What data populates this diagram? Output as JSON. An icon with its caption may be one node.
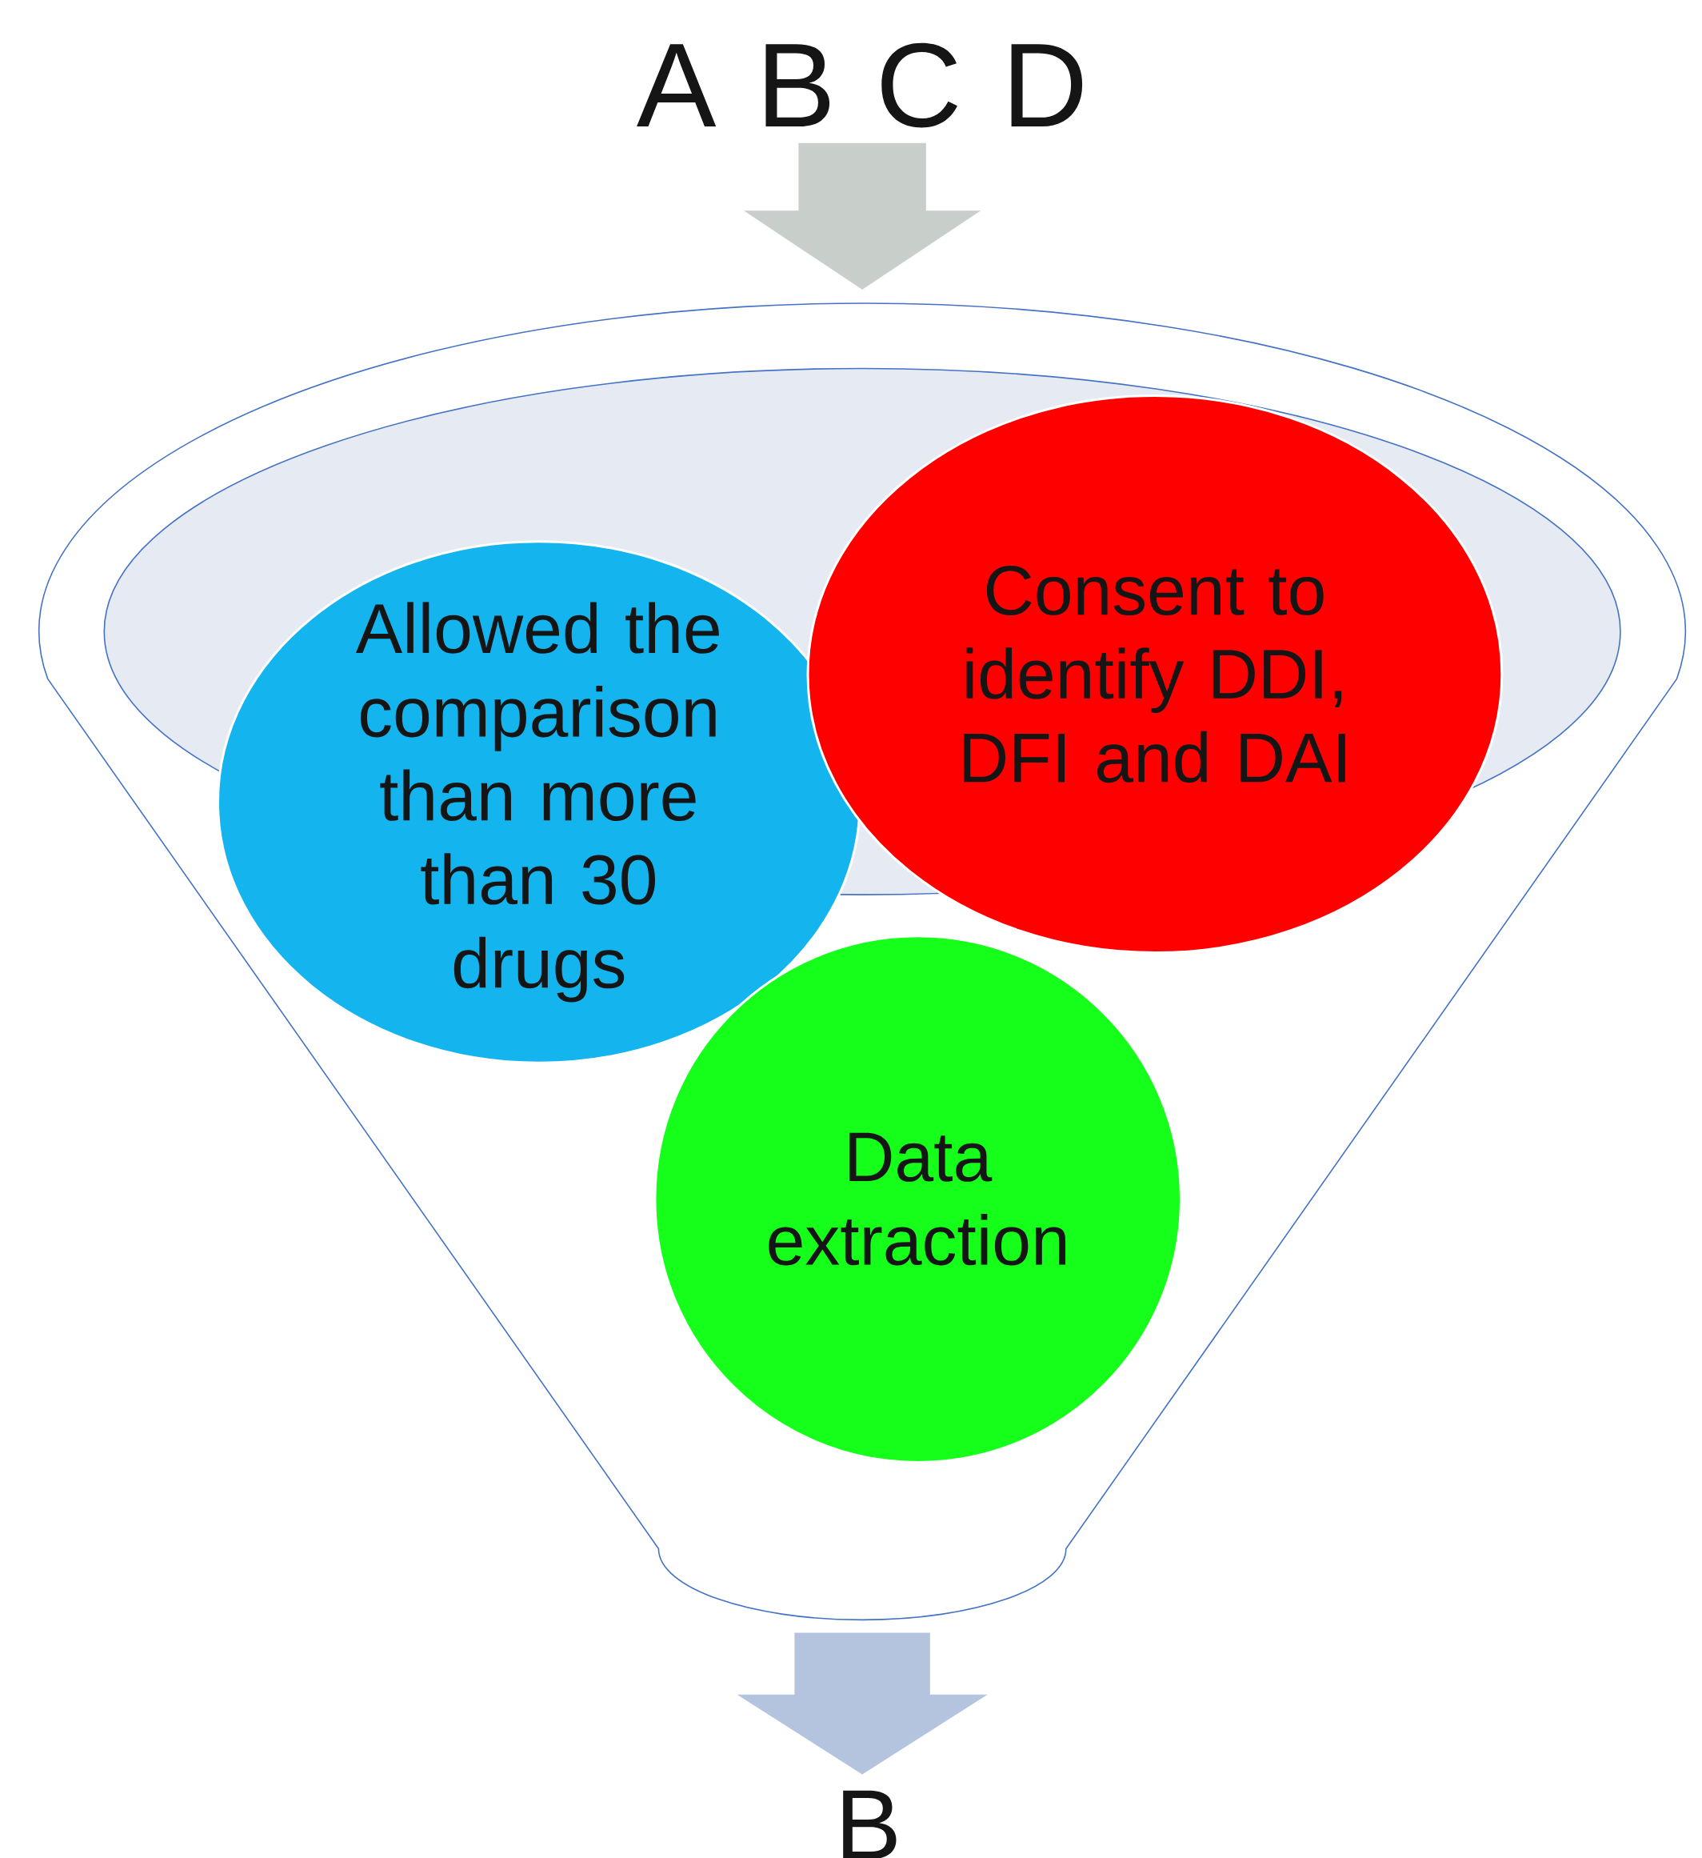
{
  "diagram": {
    "nodes": [
      {
        "text": [
          "A B C D"
        ]
      },
      {
        "text": [],
        "shape": "funnel"
      },
      {
        "text": [],
        "shape": "ellipse",
        "in": 1
      },
      {
        "text": [
          "Allowed the comparison than more than 30 drugs"
        ],
        "in": 1
      },
      {
        "text": [
          "Consent to identify DDI, DFI and DAI"
        ],
        "in": 1
      },
      {
        "text": [
          "Data extraction"
        ],
        "in": 1
      },
      {
        "text": [
          "B"
        ]
      }
    ],
    "edges": [
      {
        "from": 0,
        "to": 1,
        "arrow": "to",
        "style": "thick",
        "color": "#c8cec9"
      },
      {
        "from": 1,
        "to": 6,
        "arrow": "to",
        "style": "thick",
        "color": "#b4c3de"
      }
    ]
  }
}
